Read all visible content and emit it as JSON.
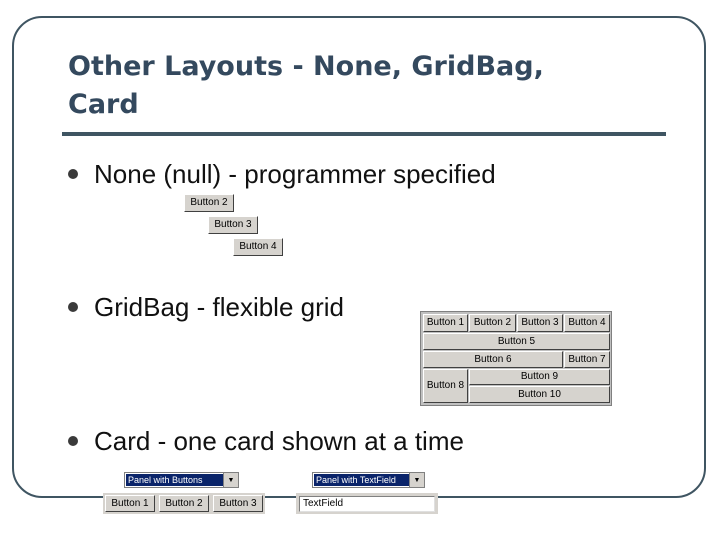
{
  "slide": {
    "title_line1": "Other Layouts - None, GridBag,",
    "title_line2": "Card"
  },
  "bullets": [
    {
      "text": "None (null) - programmer specified"
    },
    {
      "text": "GridBag - flexible grid"
    },
    {
      "text": "Card - one card shown at a time"
    }
  ],
  "null_layout": {
    "buttons": [
      "Button 2",
      "Button 3",
      "Button 4"
    ]
  },
  "gridbag": {
    "buttons": [
      "Button 1",
      "Button 2",
      "Button 3",
      "Button 4",
      "Button 5",
      "Button 6",
      "Button 7",
      "Button 8",
      "Button 9",
      "Button 10"
    ]
  },
  "card_layout": {
    "card1": {
      "combo_value": "Panel with Buttons",
      "buttons": [
        "Button 1",
        "Button 2",
        "Button 3"
      ]
    },
    "card2": {
      "combo_value": "Panel with TextField",
      "text_field_value": "TextField"
    }
  }
}
